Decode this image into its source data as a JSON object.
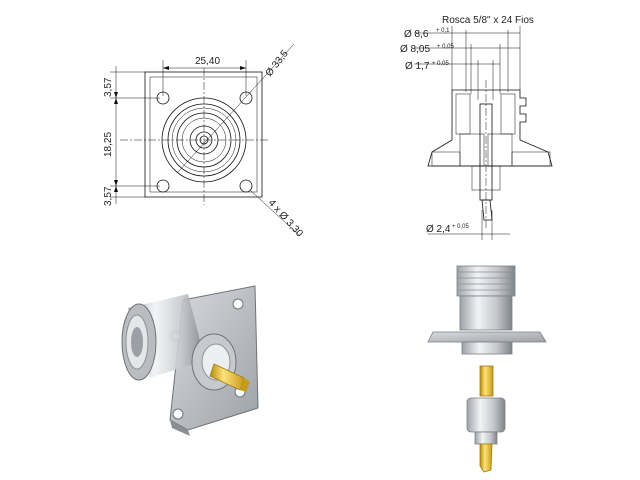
{
  "front_view": {
    "width_dim": "25,40",
    "diag_dim": "Ø 33,5",
    "left_top_dim": "3,57",
    "left_mid_dim": "18,25",
    "left_bot_dim": "3,57",
    "hole_dim": "4 x Ø 3,30"
  },
  "section_view": {
    "thread_label": "Rosca 5/8\" x 24 Fios",
    "d1_main": "Ø 8,6",
    "d1_tol": "+ 0,1",
    "d2_main": "Ø 8,05",
    "d2_tol": "+ 0,05",
    "d3_main": "Ø 1,7",
    "d3_tol": "+ 0,05",
    "d4_main": "Ø 2,4",
    "d4_tol": "+ 0,05"
  },
  "colors": {
    "metal": "#c9ccd0",
    "metal_dark": "#8e9398",
    "gold": "#e8c43c",
    "hatch": "#444444"
  }
}
